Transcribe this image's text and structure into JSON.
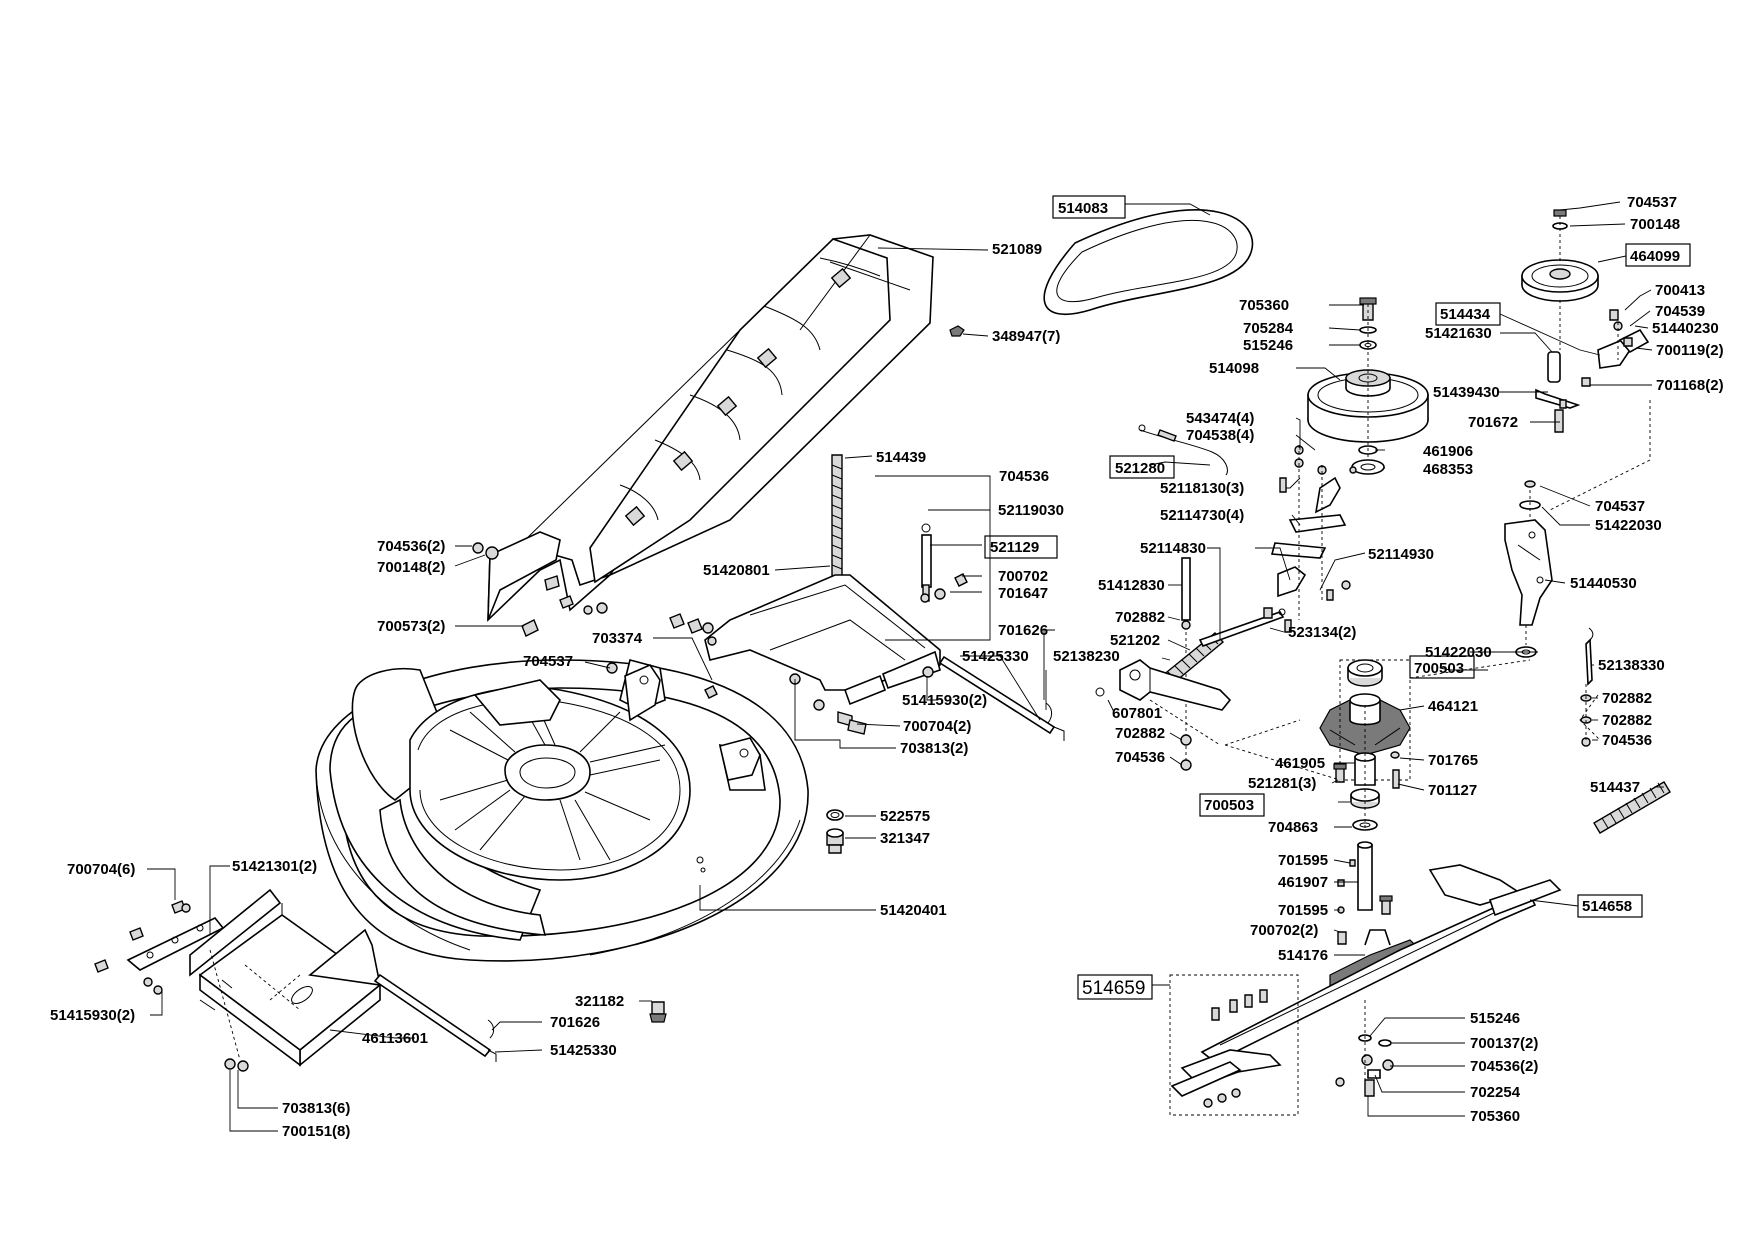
{
  "labels": {
    "l514083": "514083",
    "l521089": "521089",
    "l348947": "348947(7)",
    "l514439": "514439",
    "l704536a": "704536",
    "l52119030": "52119030",
    "l521129": "521129",
    "l51420801": "51420801",
    "l700702": "700702",
    "l701647": "701647",
    "l704536_2": "704536(2)",
    "l700148_2": "700148(2)",
    "l700573_2": "700573(2)",
    "l704537a": "704537",
    "l703374": "703374",
    "l701626a": "701626",
    "l51425330a": "51425330",
    "l52138230": "52138230",
    "l51415930_2a": "51415930(2)",
    "l700704_2": "700704(2)",
    "l703813_2": "703813(2)",
    "l522575": "522575",
    "l321347": "321347",
    "l700704_6": "700704(6)",
    "l51421301_2": "51421301(2)",
    "l51420401": "51420401",
    "l51415930_2b": "51415930(2)",
    "l321182": "321182",
    "l701626b": "701626",
    "l46113601": "46113601",
    "l51425330b": "51425330",
    "l703813_6": "703813(6)",
    "l700151_8": "700151(8)",
    "l705360a": "705360",
    "l705284": "705284",
    "l515246a": "515246",
    "l514098": "514098",
    "l543474": "543474(4)",
    "l704538": "704538(4)",
    "l521280": "521280",
    "l461906": "461906",
    "l468353": "468353",
    "l52118130": "52118130(3)",
    "l52114730": "52114730(4)",
    "l52114830": "52114830",
    "l52114930": "52114930",
    "l51412830": "51412830",
    "l702882a": "702882",
    "l521202": "521202",
    "l523134": "523134(2)",
    "l607801": "607801",
    "l702882b": "702882",
    "l704536b": "704536",
    "l704537b": "704537",
    "l700148": "700148",
    "l464099": "464099",
    "l700413": "700413",
    "l704539": "704539",
    "l514434": "514434",
    "l51440230": "51440230",
    "l51421630": "51421630",
    "l700119": "700119(2)",
    "l51439430": "51439430",
    "l701168": "701168(2)",
    "l701672": "701672",
    "l704537c": "704537",
    "l51422030a": "51422030",
    "l51440530": "51440530",
    "l51422030b": "51422030",
    "l700503a": "700503",
    "l52138330": "52138330",
    "l464121": "464121",
    "l702882c": "702882",
    "l702882d": "702882",
    "l704536c": "704536",
    "l461905": "461905",
    "l701765": "701765",
    "l521281": "521281(3)",
    "l701127": "701127",
    "l514437": "514437",
    "l700503b": "700503",
    "l704863": "704863",
    "l701595a": "701595",
    "l461907": "461907",
    "l514658": "514658",
    "l701595b": "701595",
    "l700702_2": "700702(2)",
    "l514176": "514176",
    "l514659": "514659",
    "l515246b": "515246",
    "l700137": "700137(2)",
    "l704536_2b": "704536(2)",
    "l702254": "702254",
    "l705360b": "705360"
  }
}
